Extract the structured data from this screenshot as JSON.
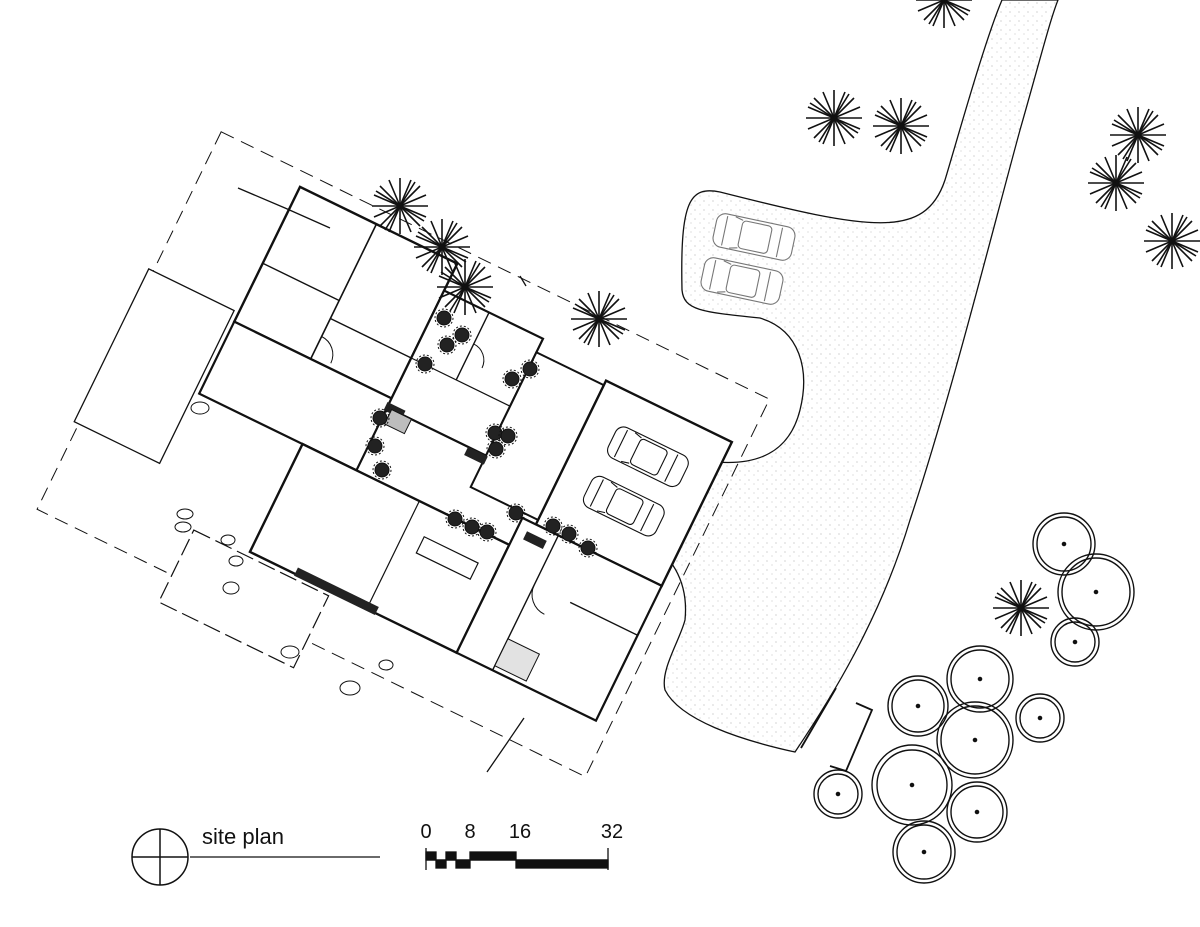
{
  "title": {
    "label": "site plan"
  },
  "scale_bar": {
    "ticks": [
      "0",
      "8",
      "16",
      "32"
    ]
  },
  "colors": {
    "ink": "#111111",
    "paper": "#ffffff",
    "paving_dots": "#9a9a9a",
    "hatch": "#bdbdbd",
    "fill_dark": "#222222"
  },
  "icons": {
    "north": "north-arrow-icon",
    "tree_palm": "palm-tree-icon",
    "tree_canopy": "canopy-tree-icon",
    "car": "car-icon",
    "shrub": "shrub-icon"
  }
}
